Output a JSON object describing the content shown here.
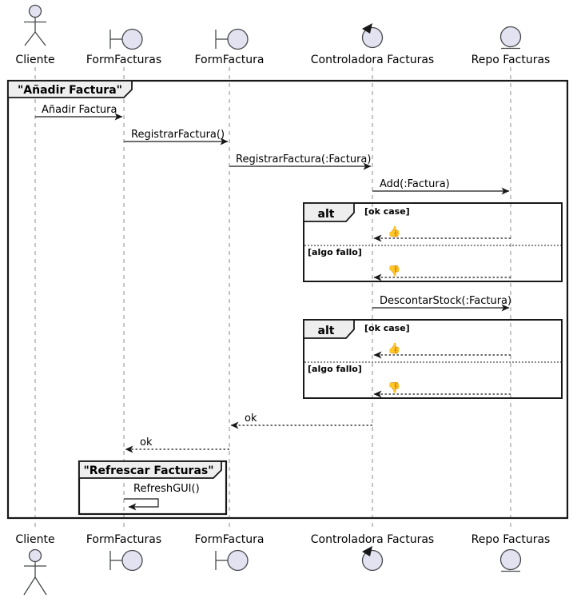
{
  "colors": {
    "participant_fill": "#E2E2F0",
    "frame_tab_fill": "#EEEEEE",
    "line": "#181818",
    "lifeline": "#8C8C8C"
  },
  "participants": [
    {
      "label": "Cliente",
      "kind": "actor"
    },
    {
      "label": "FormFacturas",
      "kind": "boundary"
    },
    {
      "label": "FormFactura",
      "kind": "boundary"
    },
    {
      "label": "Controladora Facturas",
      "kind": "control"
    },
    {
      "label": "Repo Facturas",
      "kind": "entity"
    }
  ],
  "frames": {
    "main": {
      "title": "\"Añadir Factura\""
    },
    "alt1": {
      "operator": "alt",
      "guard_ok": "[ok case]",
      "guard_fail": "[algo fallo]"
    },
    "alt2": {
      "operator": "alt",
      "guard_ok": "[ok case]",
      "guard_fail": "[algo fallo]"
    },
    "refresh": {
      "title": "\"Refrescar Facturas\""
    }
  },
  "messages": {
    "anadir_factura": {
      "label": "Añadir Factura",
      "from": "Cliente",
      "to": "FormFacturas",
      "type": "sync"
    },
    "registrar_factura": {
      "label": "RegistrarFactura()",
      "from": "FormFacturas",
      "to": "FormFactura",
      "type": "sync"
    },
    "registrar_factura_arg": {
      "label": "RegistrarFactura(:Factura)",
      "from": "FormFactura",
      "to": "Controladora Facturas",
      "type": "sync"
    },
    "add_factura": {
      "label": "Add(:Factura)",
      "from": "Controladora Facturas",
      "to": "Repo Facturas",
      "type": "sync"
    },
    "add_ok": {
      "label": "👍",
      "from": "Repo Facturas",
      "to": "Controladora Facturas",
      "type": "return"
    },
    "add_fail": {
      "label": "👎",
      "from": "Repo Facturas",
      "to": "Controladora Facturas",
      "type": "return"
    },
    "descontar_stock": {
      "label": "DescontarStock(:Factura)",
      "from": "Controladora Facturas",
      "to": "Repo Facturas",
      "type": "sync"
    },
    "stock_ok": {
      "label": "👍",
      "from": "Repo Facturas",
      "to": "Controladora Facturas",
      "type": "return"
    },
    "stock_fail": {
      "label": "👎",
      "from": "Repo Facturas",
      "to": "Controladora Facturas",
      "type": "return"
    },
    "ok_to_formfactura": {
      "label": "ok",
      "from": "Controladora Facturas",
      "to": "FormFactura",
      "type": "return"
    },
    "ok_to_formfacturas": {
      "label": "ok",
      "from": "FormFactura",
      "to": "FormFacturas",
      "type": "return"
    },
    "refresh_gui": {
      "label": "RefreshGUI()",
      "from": "FormFacturas",
      "to": "FormFacturas",
      "type": "self"
    }
  }
}
